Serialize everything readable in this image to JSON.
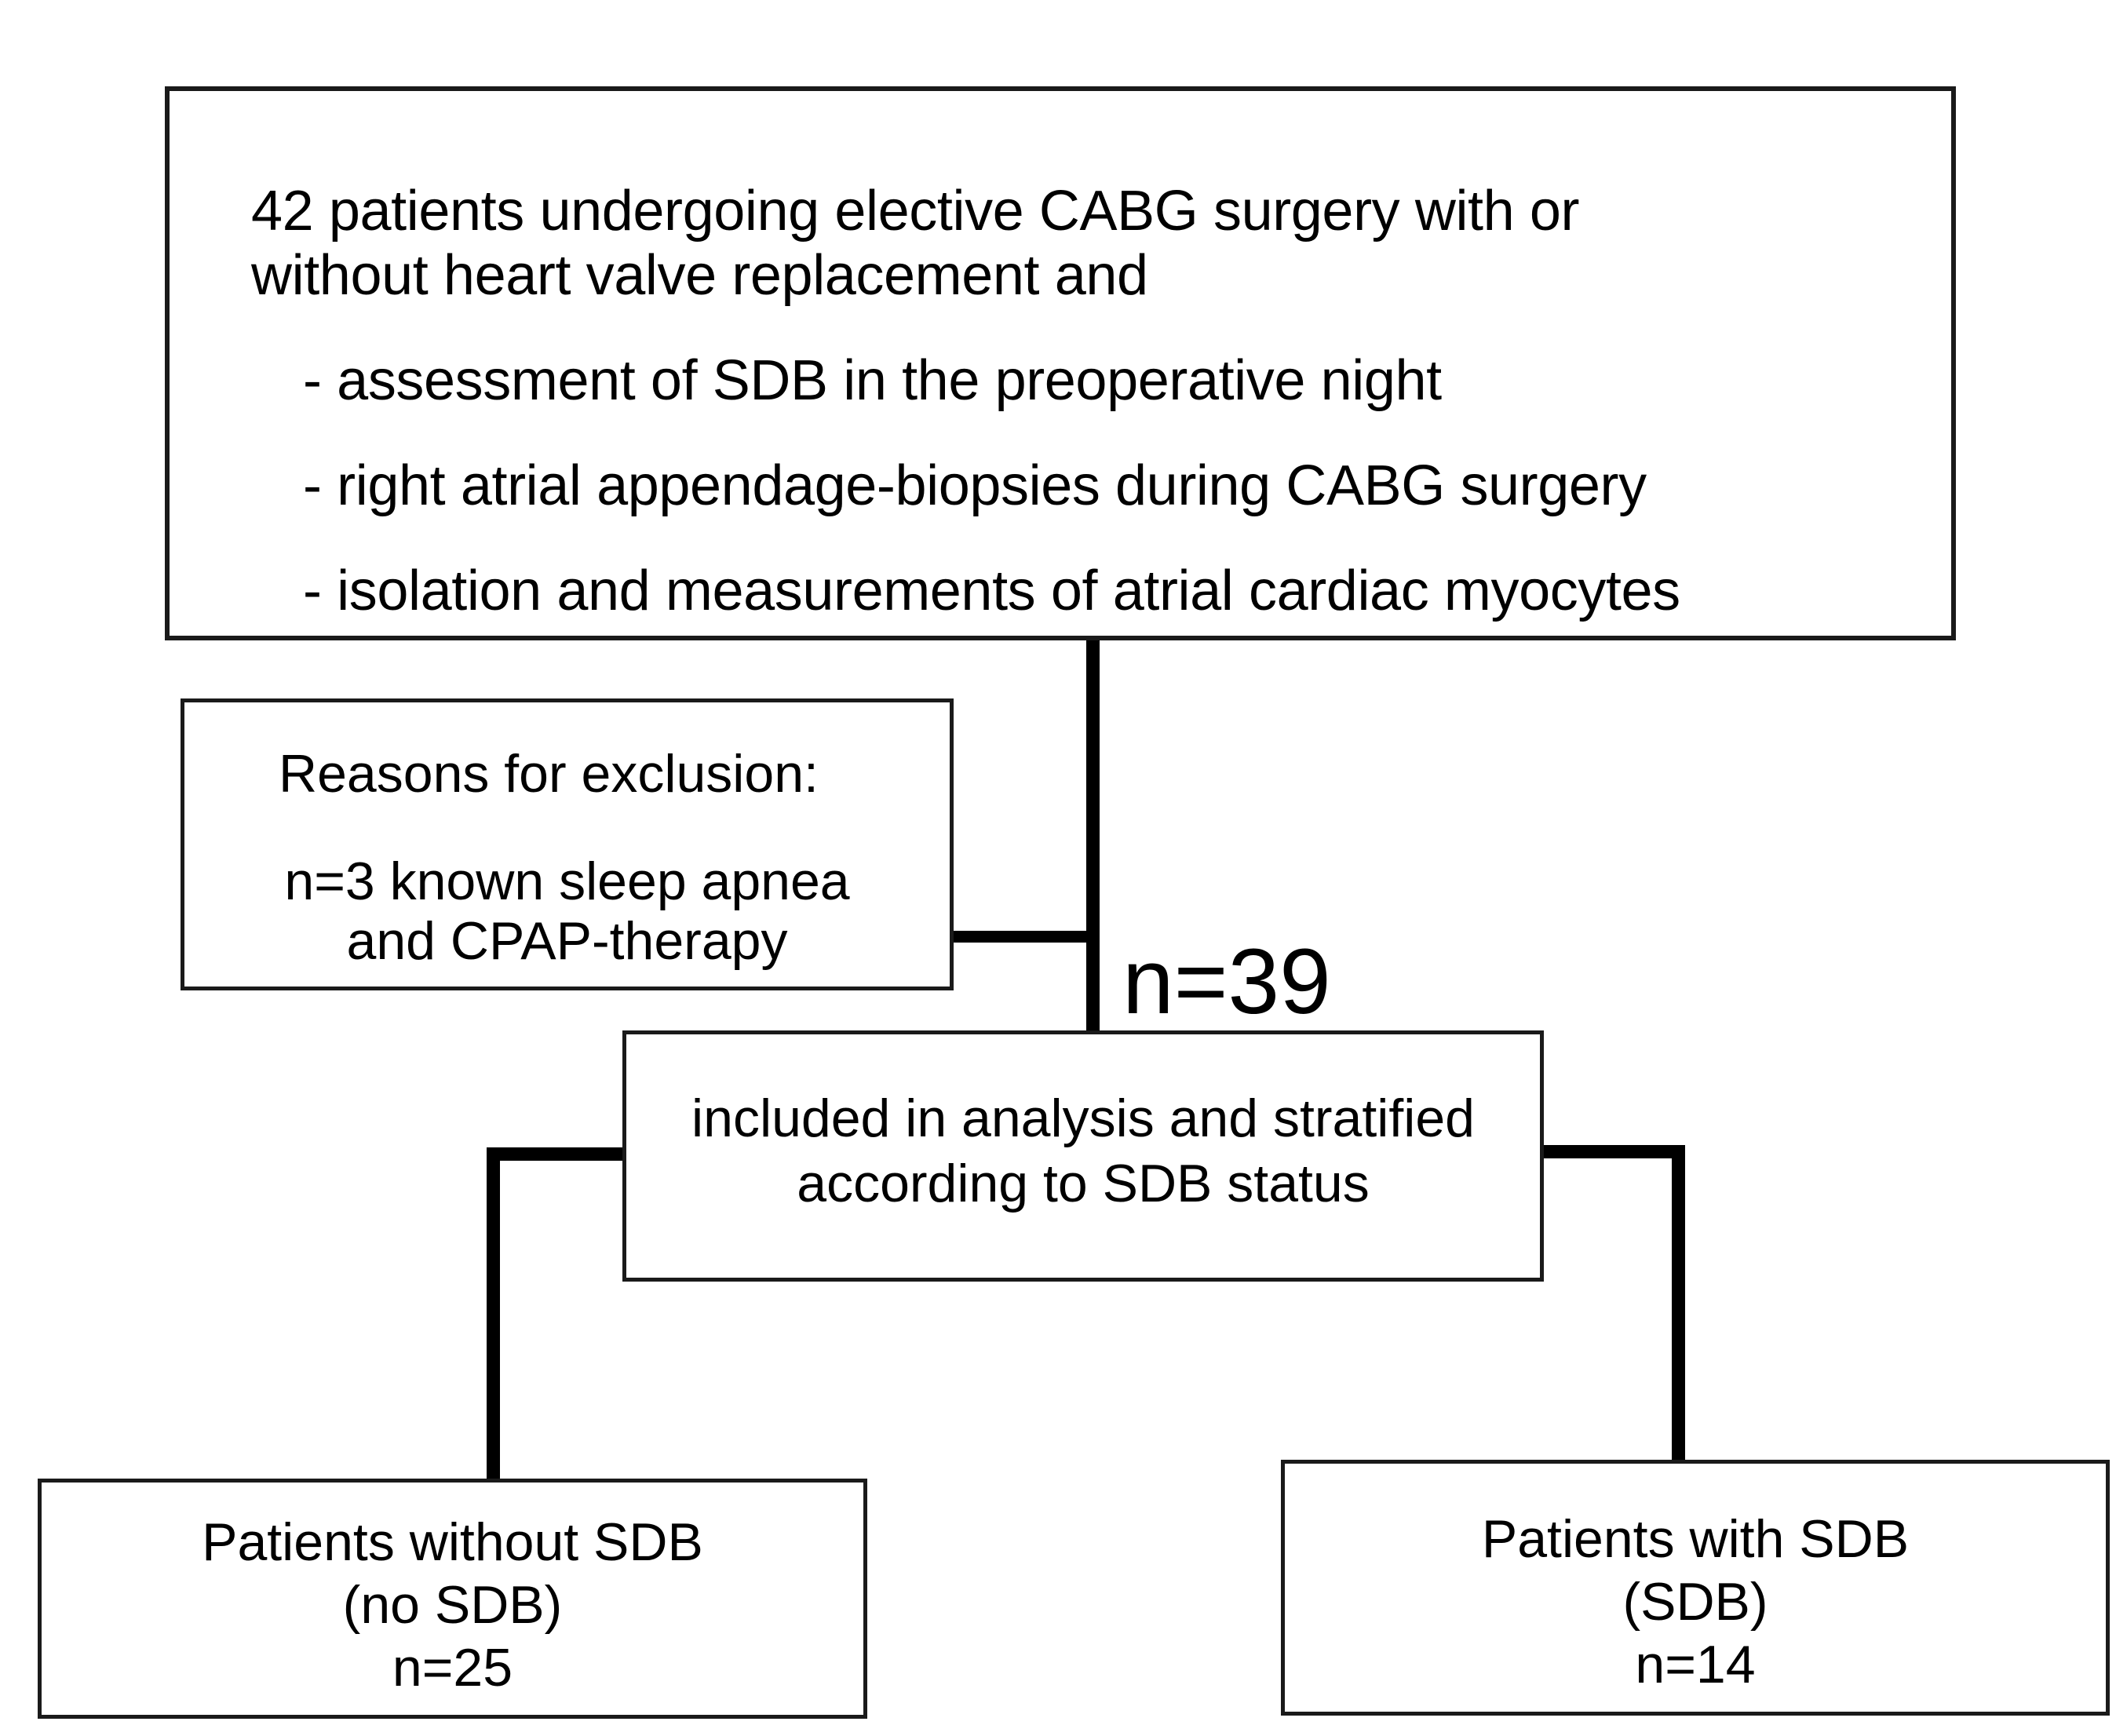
{
  "diagram": {
    "type": "study-flow-chart",
    "top_box": {
      "intro_lines": [
        "42 patients undergoing elective CABG surgery with or",
        "without heart valve replacement and"
      ],
      "bullets": [
        "- assessment of SDB in the preoperative night",
        "- right atrial appendage-biopsies during CABG surgery",
        "- isolation and measurements of atrial cardiac myocytes"
      ]
    },
    "exclusion_box": {
      "title": "Reasons for exclusion:",
      "detail_lines": [
        "n=3 known sleep apnea",
        "and CPAP-therapy"
      ]
    },
    "trunk_label": "n=39",
    "middle_box": {
      "lines": [
        "included in analysis and stratified",
        "according to SDB status"
      ]
    },
    "bottom_left_box": {
      "lines": [
        "Patients without SDB",
        "(no SDB)",
        "n=25"
      ]
    },
    "bottom_right_box": {
      "lines": [
        "Patients with SDB",
        "(SDB)",
        "n=14"
      ]
    },
    "colors": {
      "border": "#1a1a1a",
      "text": "#000000",
      "background": "#ffffff"
    }
  }
}
